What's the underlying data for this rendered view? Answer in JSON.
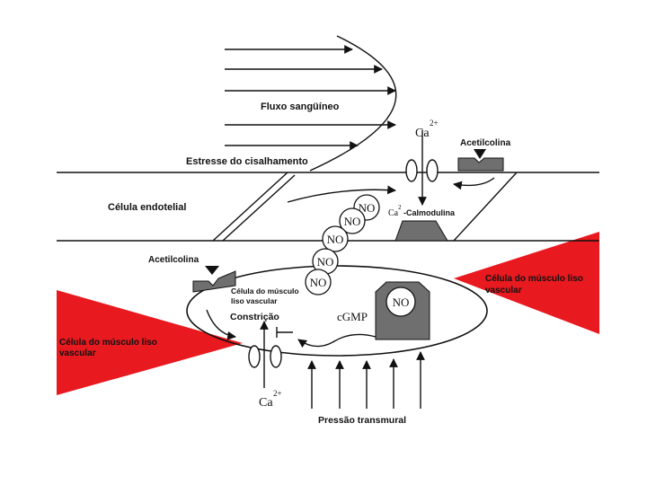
{
  "labels": {
    "fluxo": "Fluxo sangüíneo",
    "estresse": "Estresse do cisalhamento",
    "celula_endotelial": "Célula endotelial",
    "acetilcolina_top": "Acetilcolina",
    "acetilcolina_left": "Acetilcolina",
    "ca_top_base": "Ca",
    "ca_top_sup": "2+",
    "ca_calmod_base": "Ca",
    "ca_calmod_sup": "2",
    "calmodulina": "-Calmodulina",
    "musc_right_1": "Célula do músculo liso",
    "musc_right_2": "vascular",
    "musc_left_1": "Célula do músculo liso",
    "musc_left_2": "vascular",
    "musc_inner_1": "Célula do músculo",
    "musc_inner_2": "liso vascular",
    "constricao": "Constrição",
    "cgmp": "cGMP",
    "ca_bottom_base": "Ca",
    "ca_bottom_sup": "2+",
    "pressao": "Pressão transmural",
    "no": "NO"
  },
  "colors": {
    "smooth_muscle_red": "#e8191f",
    "receptor_gray": "#6f6f6f",
    "line": "#111111"
  },
  "icons": [
    "receptor-block",
    "no-circle",
    "calcium-channel",
    "cgmp-receptor"
  ]
}
